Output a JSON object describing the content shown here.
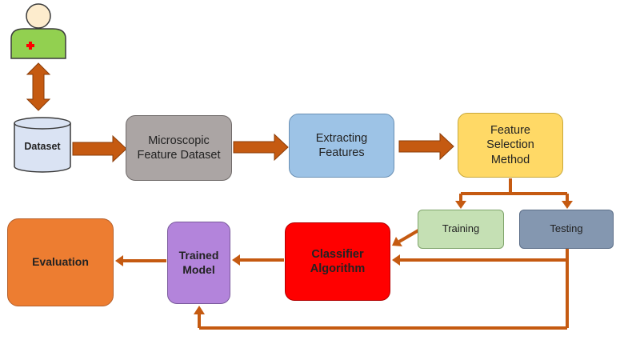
{
  "nodes": {
    "dataset": "Dataset",
    "microscopic": "Microscopic\nFeature Dataset",
    "extracting": "Extracting\nFeatures",
    "selection": "Feature\nSelection\nMethod",
    "training": "Training",
    "testing": "Testing",
    "classifier": "Classifier\nAlgorithm",
    "trained_model": "Trained\nModel",
    "evaluation": "Evaluation"
  },
  "colors": {
    "arrow": "#c55a11",
    "microscopic": "#aba5a4",
    "extracting": "#9dc3e6",
    "selection": "#ffd966",
    "training": "#c5e0b4",
    "testing": "#8497b0",
    "classifier": "#ff0000",
    "trained_model": "#b384db",
    "evaluation": "#ed7d31",
    "user_body": "#92d050",
    "user_head": "#fdeccd",
    "cylinder": "#dae3f3"
  },
  "icons": {
    "user": "doctor-user-icon",
    "dataset": "database-cylinder-icon"
  }
}
